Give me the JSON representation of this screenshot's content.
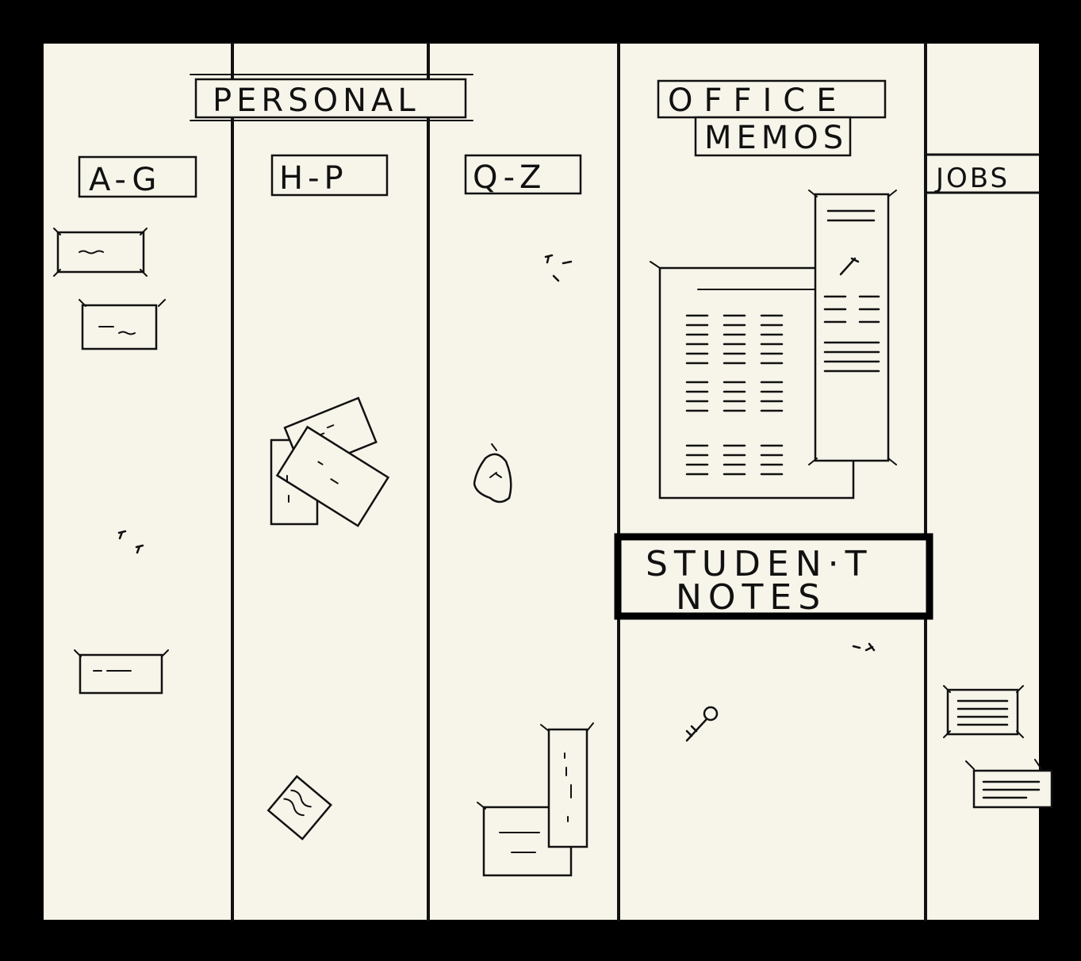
{
  "colors": {
    "frame": "#000000",
    "board": "#f7f5ea",
    "ink": "#111111"
  },
  "labels": {
    "personal": "PERSONAL",
    "a_g": "A-G",
    "h_p": "H-P",
    "q_z": "Q-Z",
    "office": "OFFICE",
    "memos": "MEMOS",
    "jobs": "JOBS",
    "student": "STUDEN·T",
    "notes": "NOTES"
  },
  "icons": [
    "pushpin-icon",
    "torn-paper-icon",
    "key-icon"
  ]
}
